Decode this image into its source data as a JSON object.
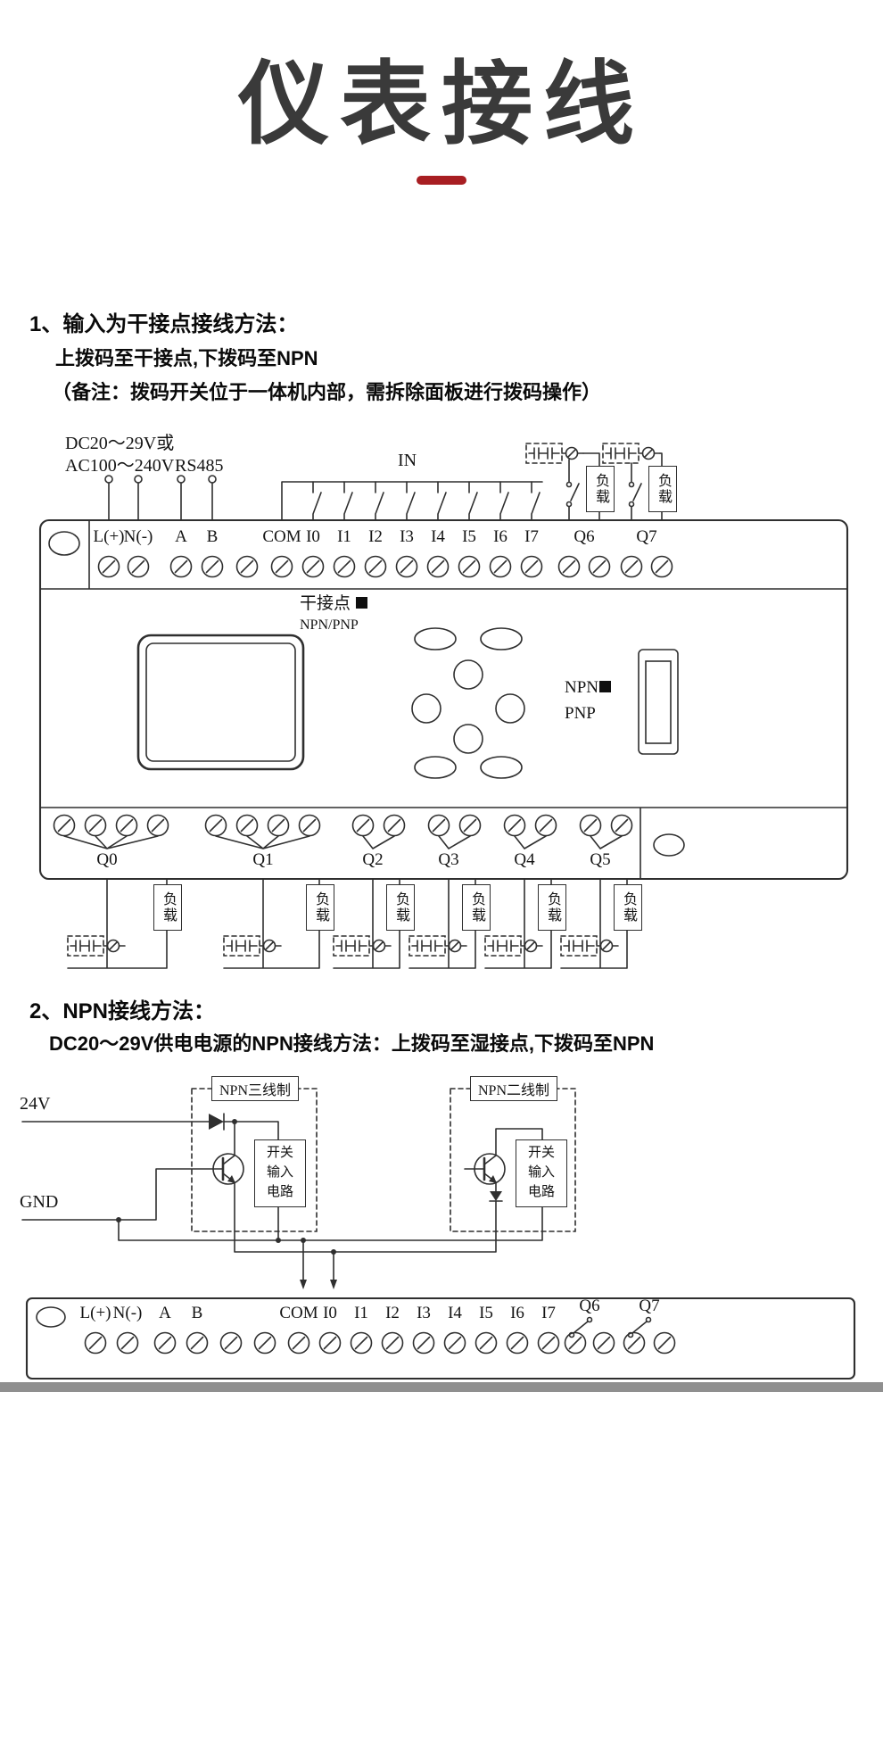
{
  "page": {
    "title": "仪表接线",
    "accent_color": "#a81e22",
    "line_color": "#2f2f2f"
  },
  "section1": {
    "heading": "1、输入为干接点接线方法：",
    "line1": "上拨码至干接点,下拨码至NPN",
    "note": "（备注：拨码开关位于一体机内部，需拆除面板进行拨码操作）"
  },
  "section2": {
    "heading": "2、NPN接线方法：",
    "line1": "DC20～29V供电电源的NPN接线方法：上拨码至湿接点,下拨码至NPN"
  },
  "diagram1": {
    "power_line1": "DC20～29V或",
    "power_line2": "AC100～240V",
    "rs485": "RS485",
    "in": "IN",
    "top_terminals": [
      "L(+)",
      "N(-)",
      "A",
      "B",
      "COM",
      "I0",
      "I1",
      "I2",
      "I3",
      "I4",
      "I5",
      "I6",
      "I7",
      "Q6",
      "Q7"
    ],
    "dip1_label": "干接点",
    "dip1_sub": "NPN/PNP",
    "dip2_label": "NPN",
    "dip2_sub": "PNP",
    "output_terminals": [
      "Q0",
      "Q1",
      "Q2",
      "Q3",
      "Q4",
      "Q5"
    ],
    "load": "负载"
  },
  "diagram2": {
    "v24": "24V",
    "gnd": "GND",
    "box1_title": "NPN三线制",
    "box2_title": "NPN二线制",
    "circuit_label": "开关\n输入\n电路",
    "terminals": [
      "L(+)",
      "N(-)",
      "A",
      "B",
      "COM",
      "I0",
      "I1",
      "I2",
      "I3",
      "I4",
      "I5",
      "I6",
      "I7",
      "Q6",
      "Q7"
    ]
  }
}
